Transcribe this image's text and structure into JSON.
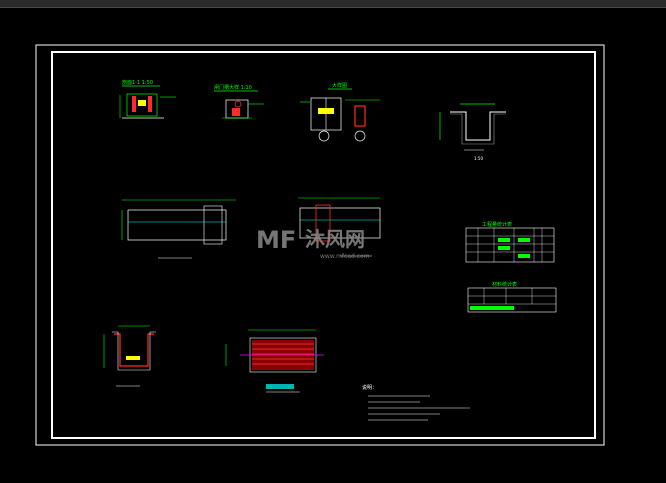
{
  "window": {
    "app": "CAD drawing viewer"
  },
  "watermark": {
    "brand_en": "MF",
    "brand_cn": "沐风网",
    "url": "www.mfcad.com"
  },
  "colors": {
    "background": "#000000",
    "frame": "#ffffff",
    "annotation": "#00ff00",
    "section_red": "#ff2a2a",
    "dimension_cyan": "#00ffff",
    "magenta": "#ff00ff",
    "yellow": "#ffff00",
    "watermark": "#8a8a8a"
  },
  "drawing": {
    "views": [
      {
        "id": "view-1",
        "title": "剖面1-1 1:50"
      },
      {
        "id": "view-2",
        "title": "闸门槽大样 1:10"
      },
      {
        "id": "view-3",
        "title": "大样图"
      },
      {
        "id": "view-4",
        "title": "1:50"
      }
    ],
    "tables": {
      "table_1_title": "工程量统计表",
      "table_2_title": "材料统计表"
    },
    "notes_heading": "说明："
  }
}
